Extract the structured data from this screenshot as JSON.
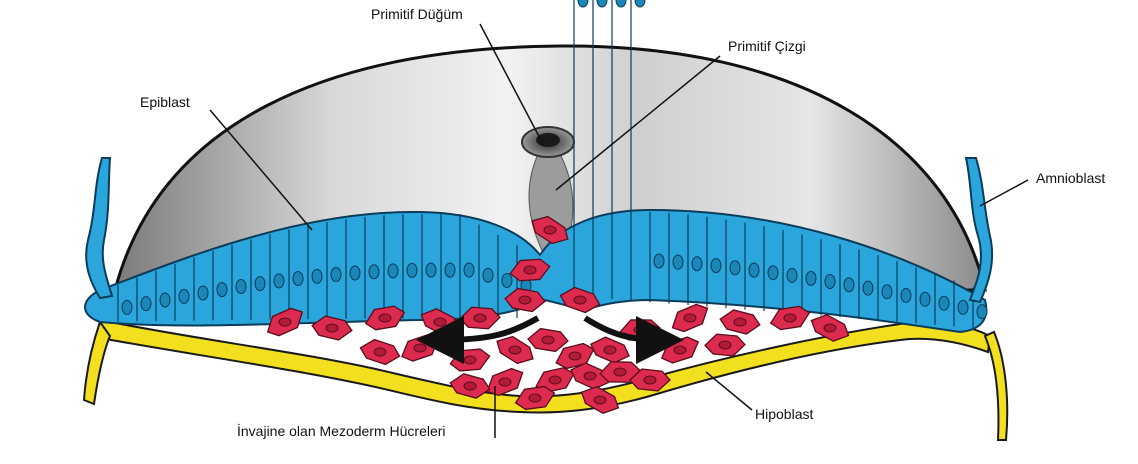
{
  "labels": {
    "primitive_node": "Primitif Düğüm",
    "primitive_streak": "Primitif Çizgi",
    "epiblast": "Epiblast",
    "amnioblast": "Amnioblast",
    "invaginating_mesoderm": "İnvajine olan Mezoderm Hücreleri",
    "hypoblast": "Hipoblast"
  },
  "colors": {
    "epiblast": "#2aa6dc",
    "epiblast_outline": "#0b3c5a",
    "hypoblast": "#f2e01e",
    "mesoderm": "#dd2b4f",
    "amniotic_dome": "#b4b4b4",
    "outline": "#1a1a1a"
  }
}
